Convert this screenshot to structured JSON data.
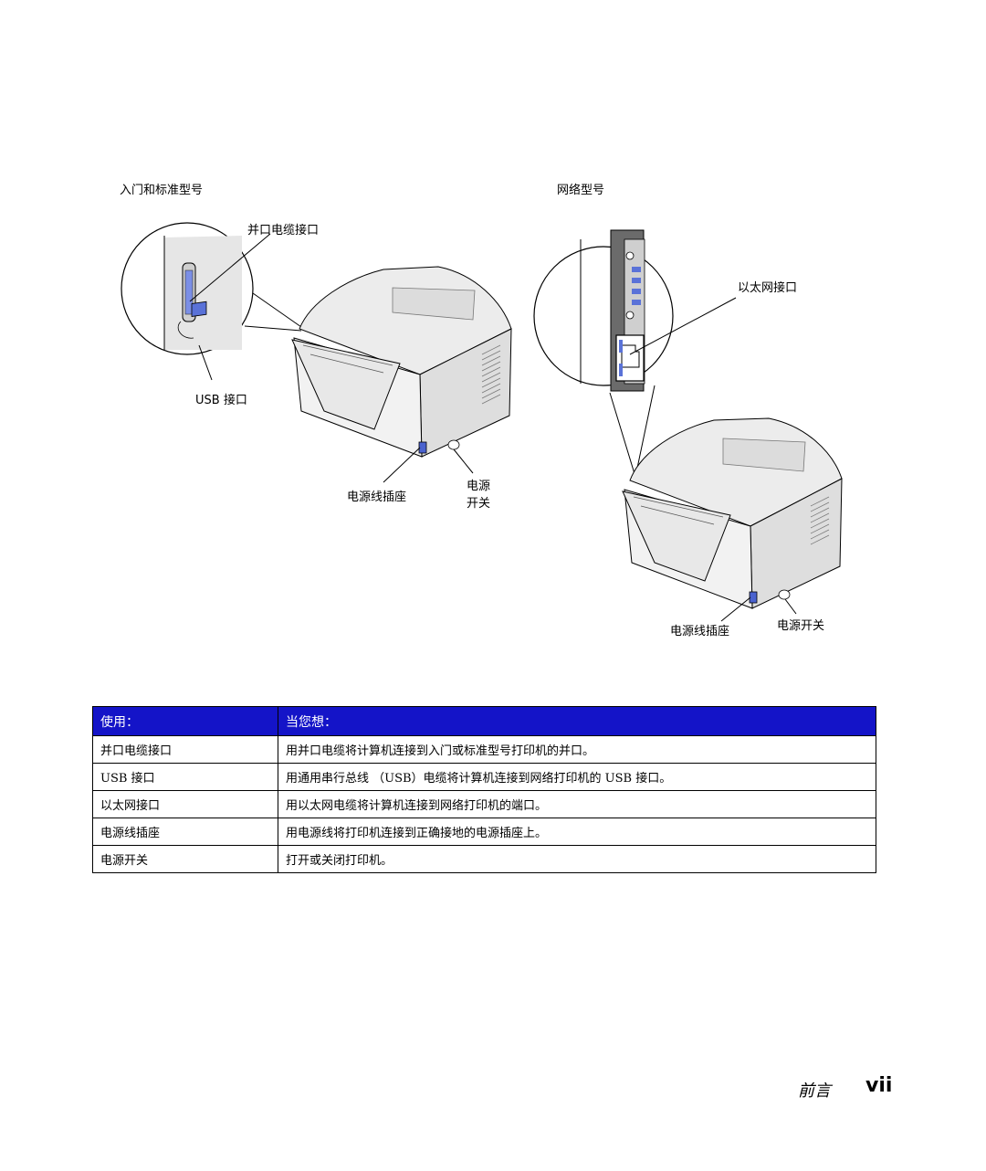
{
  "figure": {
    "left_title": "入门和标准型号",
    "right_title": "网络型号",
    "parallel_port": "并口电缆接口",
    "usb_port": "USB 接口",
    "power_socket_left": "电源线插座",
    "power_switch_left_line1": "电源",
    "power_switch_left_line2": "开关",
    "ethernet_port": "以太网接口",
    "power_socket_right": "电源线插座",
    "power_switch_right": "电源开关"
  },
  "table": {
    "header": {
      "use": "使用：",
      "when": "当您想："
    },
    "rows": [
      {
        "use": "并口电缆接口",
        "when": "用并口电缆将计算机连接到入门或标准型号打印机的并口。"
      },
      {
        "use": "USB 接口",
        "when": "用通用串行总线 （USB）电缆将计算机连接到网络打印机的 USB 接口。"
      },
      {
        "use": "以太网接口",
        "when": "用以太网电缆将计算机连接到网络打印机的端口。"
      },
      {
        "use": "电源线插座",
        "when": "用电源线将打印机连接到正确接地的电源插座上。"
      },
      {
        "use": "电源开关",
        "when": "打开或关闭打印机。"
      }
    ]
  },
  "footer": {
    "section": "前言",
    "page": "vii"
  }
}
